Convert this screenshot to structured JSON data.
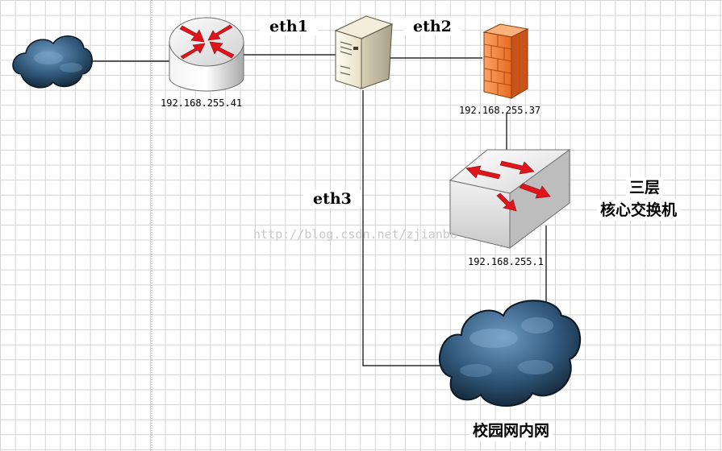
{
  "labels": {
    "eth1": "eth1",
    "eth2": "eth2",
    "eth3": "eth3",
    "router_ip": "192.168.255.41",
    "firewall_ip": "192.168.255.37",
    "switch_ip": "192.168.255.1",
    "switch_title_line1": "三层",
    "switch_title_line2": "核心交换机",
    "campus_network": "校园网内网",
    "watermark": "http://blog.csdn.net/zjianbo"
  },
  "devices": [
    {
      "type": "cloud",
      "name": "internet-cloud"
    },
    {
      "type": "router",
      "name": "router"
    },
    {
      "type": "server",
      "name": "server"
    },
    {
      "type": "firewall",
      "name": "firewall"
    },
    {
      "type": "layer3-switch",
      "name": "core-switch"
    },
    {
      "type": "cloud",
      "name": "campus-cloud"
    }
  ],
  "colors": {
    "grid": "#d3d3d3",
    "link": "#000000",
    "arrow": "#e0141b",
    "firewall": "#f07a2e",
    "cloud": "#2c4f6e"
  }
}
